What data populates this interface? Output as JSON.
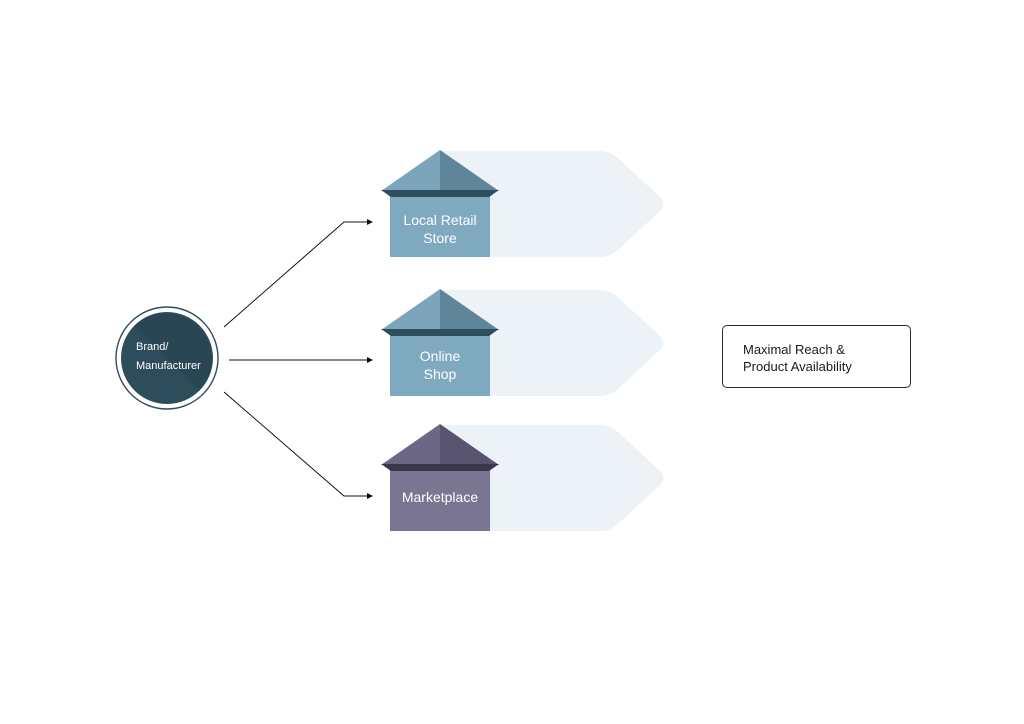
{
  "source": {
    "line1": "Brand/",
    "line2": "Manufacturer",
    "circle_color": "#2d4d5c"
  },
  "channels": [
    {
      "id": "local-retail-store",
      "line1": "Local Retail",
      "line2": "Store",
      "body_color": "#7fa9bf",
      "roof_left": "#7aa5bb",
      "roof_right": "#5e8599",
      "roof_base": "#2f4e5d",
      "icon": "house-icon"
    },
    {
      "id": "online-shop",
      "line1": "Online",
      "line2": "Shop",
      "body_color": "#7fa9bf",
      "roof_left": "#7aa5bb",
      "roof_right": "#5e8599",
      "roof_base": "#2f4e5d",
      "icon": "house-icon"
    },
    {
      "id": "marketplace",
      "line1": "Marketplace",
      "line2": "",
      "body_color": "#7a7590",
      "roof_left": "#6c6785",
      "roof_right": "#58536f",
      "roof_base": "#3a364c",
      "icon": "house-icon"
    }
  ],
  "arrow_band_color": "#edf2f6",
  "outcome": {
    "line1": "Maximal Reach &",
    "line2": "Product Availability"
  }
}
